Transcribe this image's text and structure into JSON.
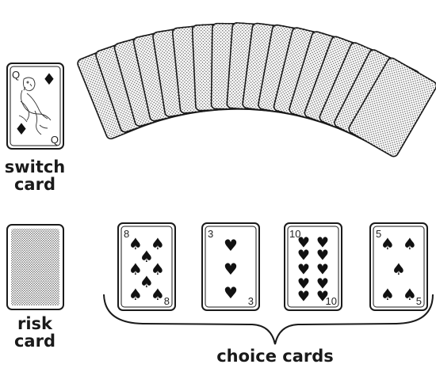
{
  "labels": {
    "switch_line1": "switch",
    "switch_line2": "card",
    "risk_line1": "risk",
    "risk_line2": "card",
    "choice": "choice cards"
  },
  "switch_card": {
    "rank": "Q",
    "suit": "♦",
    "suit_name": "diamonds"
  },
  "choice_cards": [
    {
      "rank": "8",
      "suit": "♠",
      "suit_name": "spades"
    },
    {
      "rank": "3",
      "suit": "♥",
      "suit_name": "hearts"
    },
    {
      "rank": "10",
      "suit": "♥",
      "suit_name": "hearts"
    },
    {
      "rank": "5",
      "suit": "♠",
      "suit_name": "spades"
    }
  ],
  "colors": {
    "ink": "#1a1a1a",
    "card_back_dot": "#555555",
    "paper": "#ffffff"
  },
  "deck": {
    "fanned_card_count": 17
  }
}
